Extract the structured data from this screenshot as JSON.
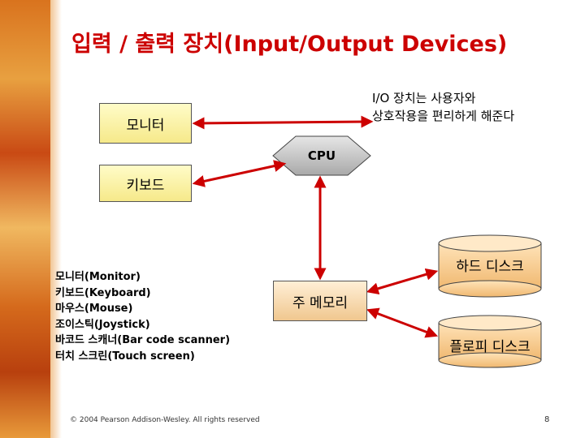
{
  "title": "입력 / 출력 장치(Input/Output Devices)",
  "note": [
    "I/O 장치는 사용자와",
    "상호작용을 편리하게 해준다"
  ],
  "boxes": {
    "monitor": "모니터",
    "keyboard": "키보드",
    "cpu": "CPU",
    "memory": "주 메모리"
  },
  "disks": {
    "hard_disk": "하드 디스크",
    "floppy_disk": "플로피 디스크"
  },
  "device_list": [
    "모니터(Monitor)",
    "키보드(Keyboard)",
    "마우스(Mouse)",
    "조이스틱(Joystick)",
    "바코드 스캐너(Bar code scanner)",
    "터치 스크린(Touch screen)"
  ],
  "footer": "© 2004 Pearson Addison-Wesley. All rights reserved",
  "page_number": "8",
  "colors": {
    "title": "#cc0000",
    "arrow": "#cc0000",
    "cpu_fill": "#c0c0c0",
    "box_fill": "#fbf4a8"
  }
}
